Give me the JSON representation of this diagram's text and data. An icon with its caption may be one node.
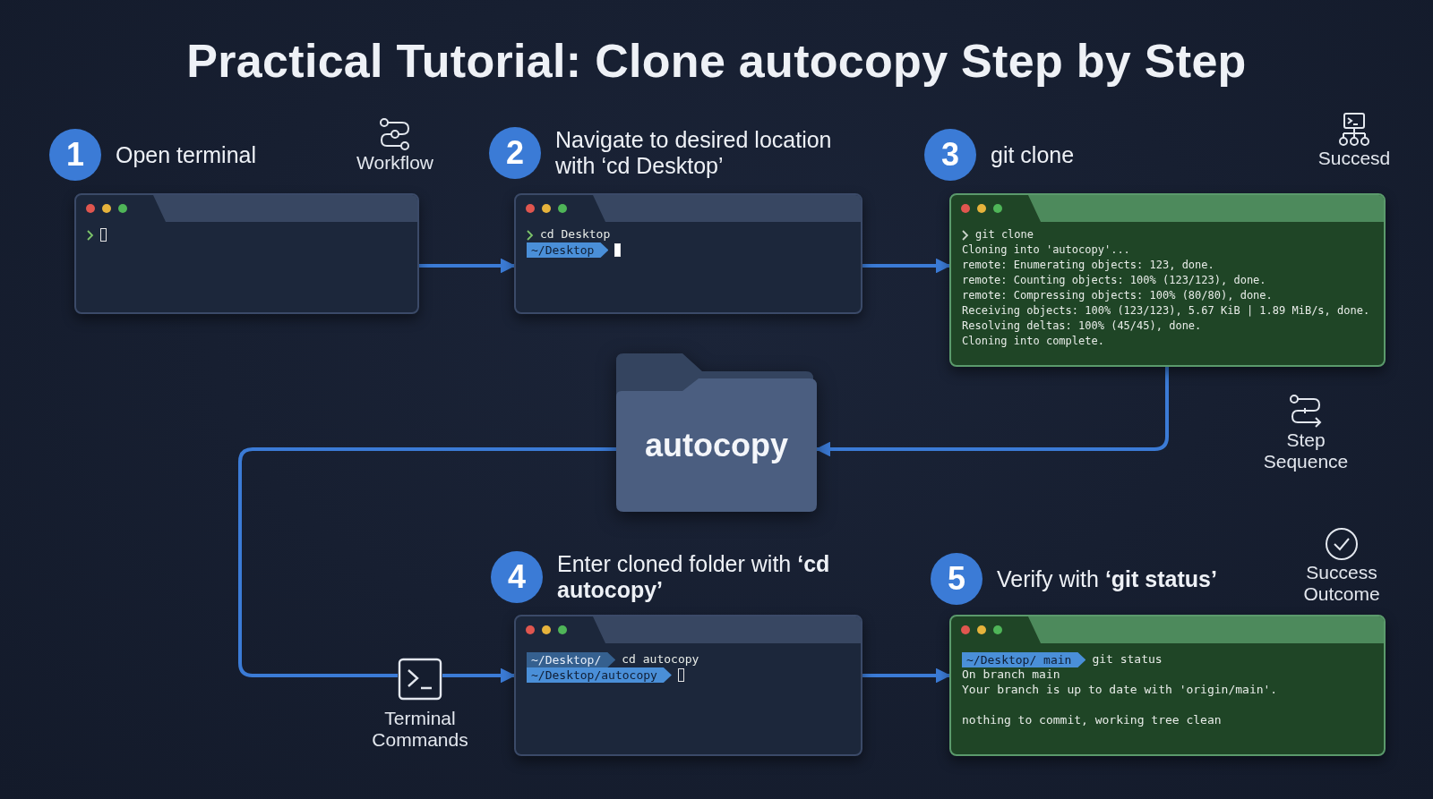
{
  "diagram": {
    "title": "Practical Tutorial: Clone autocopy Step by Step",
    "nodes": [
      {
        "text": [
          "1",
          "Open terminal"
        ]
      },
      {
        "text": [
          "2",
          "Navigate to desired location with ‘cd Desktop’",
          "cd Desktop",
          "~/Desktop"
        ]
      },
      {
        "text": [
          "3",
          "git clone",
          "git clone",
          "Cloning into 'autocopy'...",
          "remote: Enumerating objects: 123, done.",
          "remote: Counting objects: 100% (123/123), done.",
          "remote: Compressing objects: 100% (80/80), done.",
          "Receiving objects: 100% (123/123), 5.67 KiB | 1.89 MiB/s, done.",
          "Resolving deltas: 100% (45/45), done.",
          "Cloning into complete."
        ]
      },
      {
        "text": [
          "autocopy"
        ]
      },
      {
        "text": [
          "Terminal Commands"
        ]
      },
      {
        "text": [
          "4",
          "Enter cloned folder with **‘cd autocopy’**",
          "~/Desktop/",
          "cd autocopy",
          "~/Desktop/autocopy"
        ]
      },
      {
        "text": [
          "5",
          "Verify with **‘git status’**",
          "~/Desktop/ main",
          "git status",
          "On branch main",
          "Your branch is up to date with 'origin/main'.",
          "nothing to commit, working tree clean"
        ]
      }
    ],
    "edges": [
      {
        "from": 0,
        "to": 1,
        "arrow": "to"
      },
      {
        "from": 1,
        "to": 2,
        "arrow": "to"
      },
      {
        "from": 2,
        "to": 3,
        "arrow": "to"
      },
      {
        "from": 3,
        "to": 4,
        "arrow": "none"
      },
      {
        "from": 4,
        "to": 5,
        "arrow": "to"
      },
      {
        "from": 5,
        "to": 6,
        "arrow": "to"
      }
    ],
    "labels": [
      "Workflow",
      "Succesd",
      "Step Sequence",
      "Success Outcome"
    ]
  }
}
